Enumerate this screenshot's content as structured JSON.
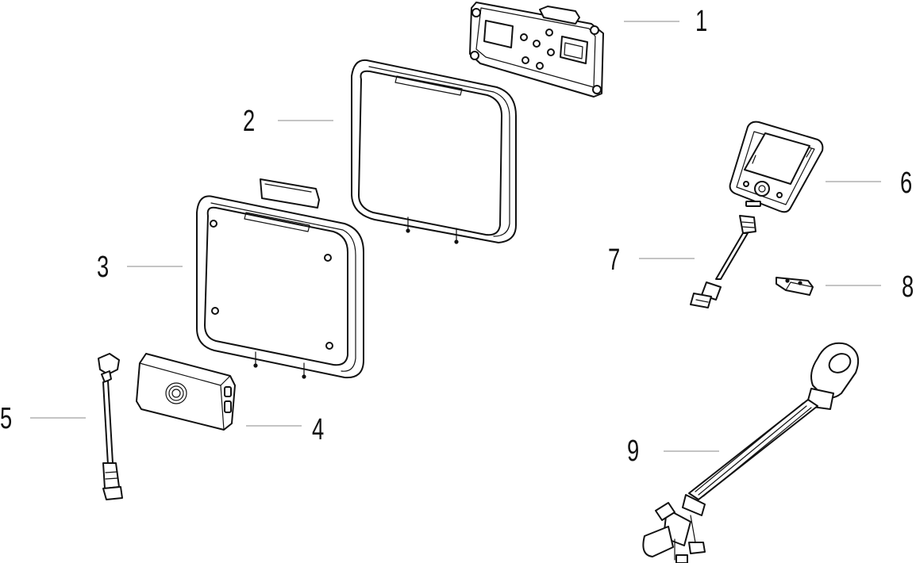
{
  "callouts": [
    {
      "id": "part-1",
      "label": "1"
    },
    {
      "id": "part-2",
      "label": "2"
    },
    {
      "id": "part-3",
      "label": "3"
    },
    {
      "id": "part-4",
      "label": "4"
    },
    {
      "id": "part-5",
      "label": "5"
    },
    {
      "id": "part-6",
      "label": "6"
    },
    {
      "id": "part-7",
      "label": "7"
    },
    {
      "id": "part-8",
      "label": "8"
    },
    {
      "id": "part-9",
      "label": "9"
    }
  ],
  "colors": {
    "line": "#111111",
    "leader": "#888888",
    "background": "#ffffff"
  }
}
